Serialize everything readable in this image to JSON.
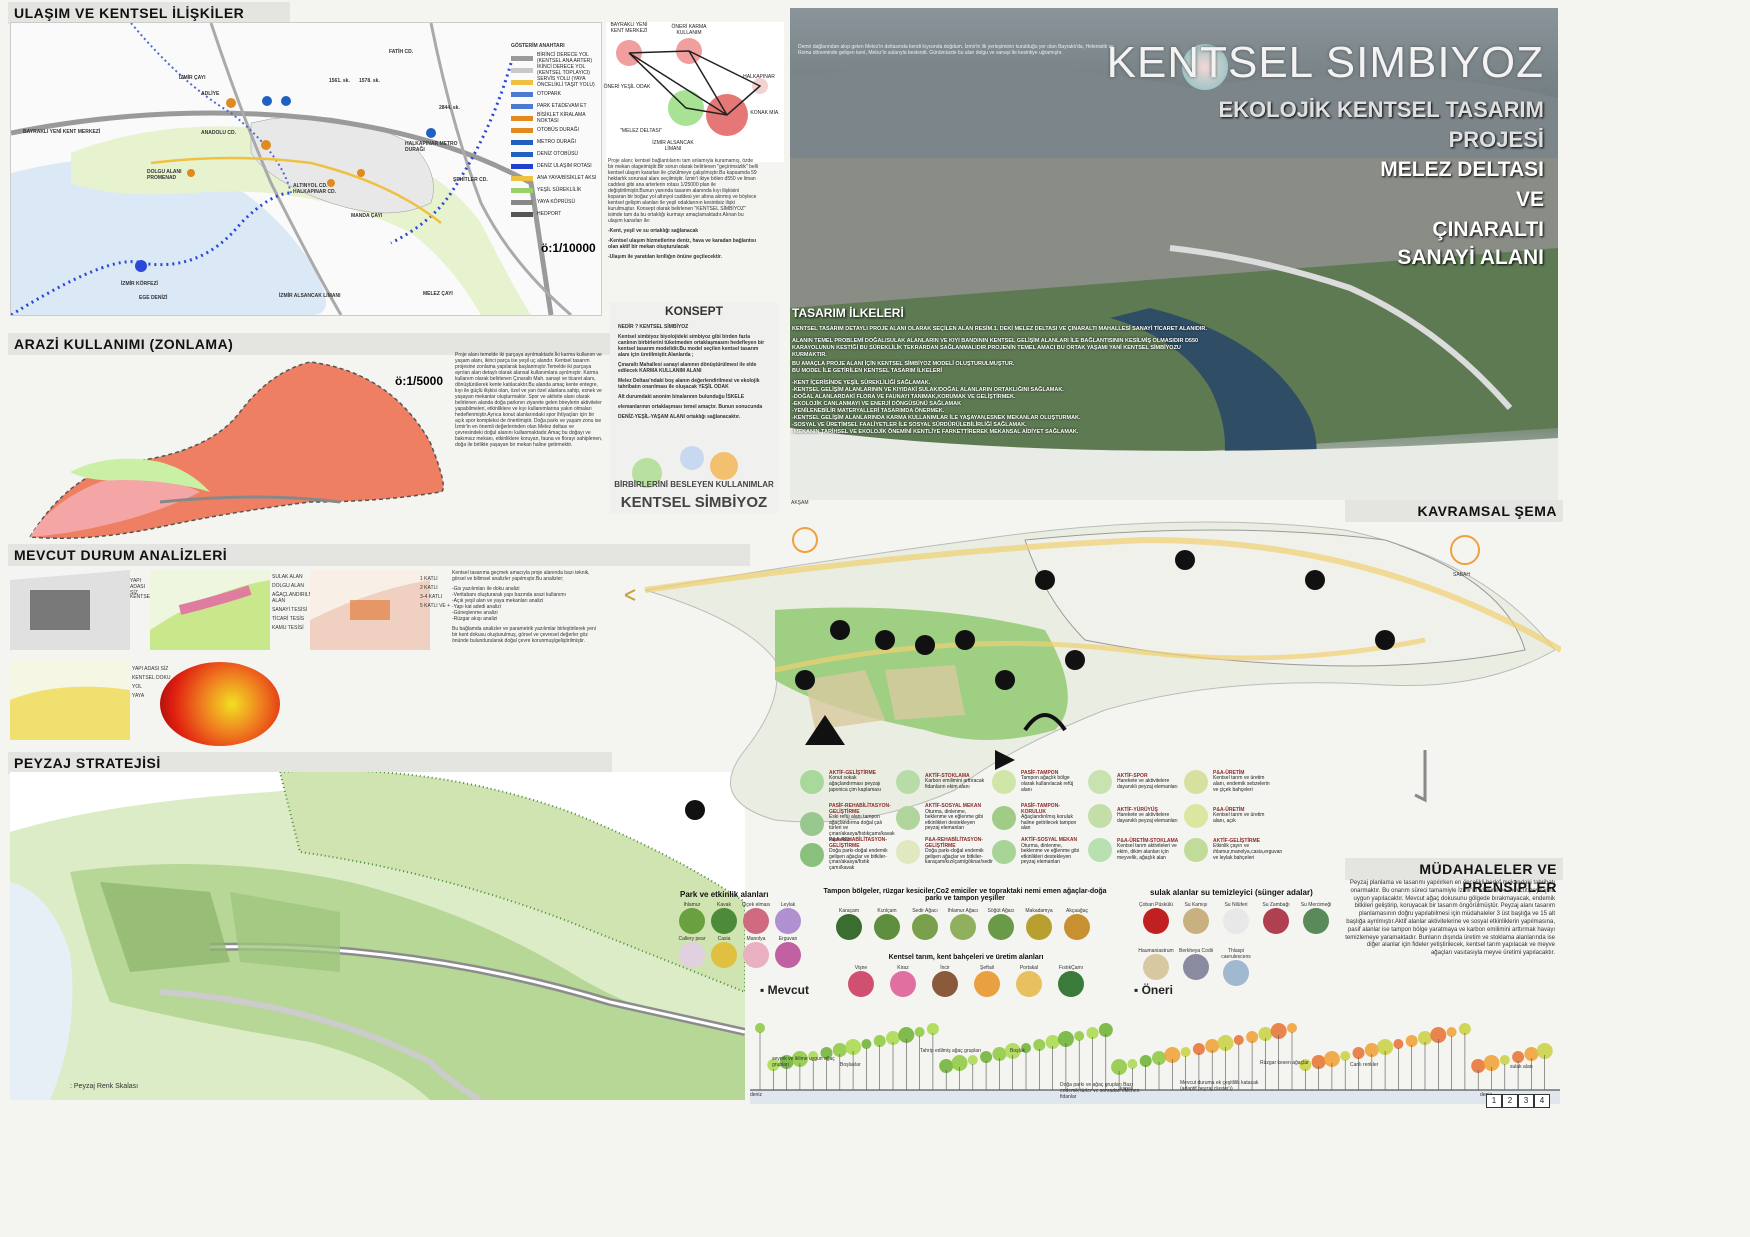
{
  "sections": {
    "transport": "ULAŞIM VE KENTSEL İLİŞKİLER",
    "landuse": "ARAZİ KULLANIMI (ZONLAMA)",
    "analysis": "MEVCUT DURUM ANALİZLERİ",
    "landscape": "PEYZAJ STRATEJİSİ",
    "concept_scheme": "KAVRAMSAL ŞEMA",
    "interventions": "MÜDAHALELER VE PRENSİPLER"
  },
  "hero": {
    "title": "KENTSEL SIMBIYOZ",
    "subtitle1": "EKOLOJİK KENTSEL TASARIM",
    "subtitle2": "PROJESİ",
    "place1": "MELEZ DELTASI",
    "place2": "VE",
    "place3": "ÇINARALTI",
    "place4": "SANAYİ ALANI",
    "principles_title": "TASARIM İLKELERİ"
  },
  "map1": {
    "labels": [
      "FATİH CD.",
      "ADLİYE",
      "İZMİR ÇAYI",
      "1561. sk.",
      "1578. sk.",
      "BAYRAKLI YENİ KENT MERKEZİ",
      "ANADOLU CD.",
      "2844. sk.",
      "HALKAPINAR METRO DURAĞI",
      "DOLGU ALANI PROMENAD",
      "ALTINYOL CD. HALKAPINAR CD.",
      "MANDA ÇAYI",
      "ŞEHİTLER CD.",
      "İZMİR ALSANCAK LİMANI",
      "MELEZ ÇAYI",
      "İZMİR KÖRFEZİ",
      "EGE DENİZİ"
    ],
    "legend_title": "GÖSTERİM ANAHTARI",
    "legend": [
      {
        "label": "BİRİNCİ DERECE YOL (KENTSEL ANA ARTER)",
        "color": "#9a9a9a"
      },
      {
        "label": "İKİNCİ DERECE YOL (KENTSEL TOPLAYICI)",
        "color": "#c8c8c8"
      },
      {
        "label": "SERVİS YOLU (YAYA ÖNCELİKLİ TAŞIT YOLU)",
        "color": "#f0c040"
      },
      {
        "label": "OTOPARK",
        "color": "#4a7bd0"
      },
      {
        "label": "PARK ET&DEVAM ET",
        "color": "#4a7bd0"
      },
      {
        "label": "BİSİKLET KİRALAMA NOKTASI",
        "color": "#e08a20"
      },
      {
        "label": "OTOBÜS DURAĞI",
        "color": "#e08a20"
      },
      {
        "label": "METRO DURAĞI",
        "color": "#2060c0"
      },
      {
        "label": "DENİZ OTOBÜSÜ",
        "color": "#2060c0"
      },
      {
        "label": "DENİZ ULAŞIM ROTASI",
        "color": "#2040d0"
      },
      {
        "label": "ANA YAYA/BİSİKLET AKSI",
        "color": "#f0c040"
      },
      {
        "label": "YEŞİL SÜREKLİLİK",
        "color": "#9ad06a"
      },
      {
        "label": "YAYA KÖPRÜSÜ",
        "color": "#888888"
      },
      {
        "label": "HEDPORT",
        "color": "#555555"
      }
    ],
    "scale": "ö:1/10000"
  },
  "concept_diagram": {
    "nodes": [
      "BAYRAKLI YENİ KENT MERKEZİ",
      "ÖNERİ KARMA KULLANIM",
      "HALKAPINAR",
      "ÖNERİ YEŞİL ODAK",
      "\"MELEZ DELTASI\"",
      "KONAK MİA.",
      "İZMİR ALSANCAK LİMANI"
    ]
  },
  "text_transport": "Proje alanı; kentsel bağlantılarını tam anlamıyla kuramamış, özde bir mekan olageimiştir.Bir sorun olarak belirlenen \"geçirimsizlik\" belli kentsel ulaşım kararları ile çözülmeye çalışılmıştır.Bu kapsamda 59 hektarlık sorunsal alanı seçilmiştir. İzmir'i ikiye bölen d550 ve liman caddesi gibi ana arterlerin rotası 1/25000 plan ile değiştirilmiştir.Bunun yanında tasarım alanında kıyı ilişkisini koparan bir boğaz yol altınyol caddesi yer altına alınmış ve böylece kentsel gelişim alanları ile yeşil odaklarının kesintisiz ilişki kurulmuştur. Konsept olarak belirlenen \"KENTSEL SİMBİYOZ\" isimde tam da bu ortaklığı kurmayı amaçlamaktadır.Alınan bu ulaşım kararları ile:",
  "text_transport_list": [
    "-Kent, yeşil ve su ortaklığı sağlanacak",
    "-Kentsel ulaşım hizmetlerine deniz, hava ve karadan bağlantısı olan aktif bir mekan oluşturulacak",
    "-Ulaşım ile yaratılan kırıllığın önüne geçilecektir."
  ],
  "konsept": {
    "title": "KONSEPT",
    "q": "NEDİR ? KENTSEL SİMBİYOZ",
    "p1": "Kentsel simbiyoz biyolojideki simbiyoz gibi birden fazla canlının birbirlerini tüketmeden ortaklaşmasını hedefleyen bir kentsel tasarım modelidir.Bu model seçilen kentsel tasarım alanı için üretilmiştir.Alanlarda ;",
    "p2": "Çınaraltı Mahallesi sanayi alanının dönüştürülmesi ile elde edilecek KARMA KULLANIM ALANI",
    "p3": "Melez Deltası'ndaki boş alanın değerlendirilmesi ve ekolojik tahribatın onarılması ile oluşacak YEŞİL ODAK",
    "p4": "Alt durumdaki anonim binalarının bulunduğu İSKELE",
    "p5": "elemanlarının ortaklaşması temel amaçtır. Bunun sonucunda",
    "p6": "DENİZ-YEŞİL-YAŞAM ALANI ortaklığı sağlanacaktır.",
    "footer1": "BİRBİRLERİNİ BESLEYEN KULLANIMLAR",
    "footer2": "KENTSEL SİMBİYOZ"
  },
  "landuse": {
    "scale": "ö:1/5000",
    "text": "Proje alanı temelde iki parçaya ayrılmaktadır.İki karma kullanım ve yaşam alanı, ikinci parça ise yeşil uç alandır. Kentsel tasarım projesine zonlama yapılarak başlanmıştır.Temelde iki parçaya ayrılan alan detaylı olarak alansal kullanımlara ayrılmıştır. Karma kullanım olarak belirlenen Çınaraltı Mah. sanayi ve ticaret alanı, dönüştürülerek kente katılacaktır.Bu alanda amaç kente entegre, kıyı ile güçlü ilişkisi olan, özel ve yan özel alanlara sahip, esnek ve yaşayan mekanlar oluşturmaktır. Spor ve aktivite alanı olarak belirlenen alanda doğa parkının ziyarete gelen bireylerin aktiviteler yapabilmeleri, etkinliklere ve kıyı kullanımlarına yakın olmaları hedeflenmiştir.Ayrıca konut alanlarındaki spor ihtiyaçları için bir açık spor kompleksi de önerilmiştir. Doğa parkı ve yaşam zonu ise İzmir'in en önemli değerlerinden olan Melez deltası ve çevresindeki doğul alanını kullanmaktadır.Amaç bu doğayı ve bakımsız mekanı, etkinliklere koruyan, fauna ve florayı sahiplenen, doğa ile birlikte yaşayan bir mekan haline getirmektir."
  },
  "analysis": {
    "legend_a": [
      "YAPI ADASI SİZ",
      "KENTSEL"
    ],
    "legend_b": [
      "SULAK ALAN",
      "DOLGU ALAN",
      "AĞAÇLANDIRILMIŞ ALAN",
      "SANAYİ TESİSİ",
      "TİCARİ TESİS",
      "KAMU TESİSİ"
    ],
    "legend_c": [
      "1 KATLI",
      "2 KATLI",
      "3-4 KATLI",
      "5 KATLI VE +"
    ],
    "legend_d": [
      "YAPI ADASI SİZ",
      "KENTSEL DOKU",
      "YOL",
      "YAYA"
    ],
    "text": "Kentsel tasarıma geçmek amacıyla proje alanında bazı teknik, görsel ve bilimsel analizler yapılmıştır.Bu analizler;",
    "list": [
      "-Gis yazılımları ile doku analizi",
      "-Veritabanı oluşturarak yapı bazında arazi kullanımı",
      "-Açık yeşil alan ve yaya mekanları analizi",
      "-Yapı kat adedi analizi",
      "-Güneşlenme analizi",
      "-Rüzgar akışı analizi"
    ],
    "text2": "Bu bağlamda analizler ve parametrik yazılımlar birleştirilerek yeni bir kent dokusu oluşturulmuş, görsel ve çevresel değerler göz önünde bulundurularak doğal çevre korunmuş/geliştirilmiştir."
  },
  "landscape": {
    "scale_label": ": Peyzaj Renk Skalası"
  },
  "principles": {
    "intro": "KENTSEL TASARIM DETAYLI PROJE ALANI OLARAK SEÇİLEN ALAN RESİM.1. DEKİ MELEZ DELTASI VE ÇINARALTI MAHALLESİ SANAYİ TİCARET ALANIDIR.",
    "p1": "ALANIN TEMEL PROBLEMİ DOĞAL/SULAK ALANLARIN VE KIYI BANDININ KENTSEL GELİŞİM ALANLARI İLE BAĞLANTISININ KESİLMİŞ OLMASIDIR D550 KARAYOLUNUN KESTİĞİ BU SÜREKLİLİK TEKRARDAN SAĞLANMALIDIR.PROJENİN TEMEL AMACI BU ORTAK YAŞAMI YANİ KENTSEL SİMBİYOZU KURMAKTIR.",
    "p2": "BU AMAÇLA PROJE ALANI İÇİN KENTSEL SİMBİYOZ MODELİ OLUŞTURULMUŞTUR.",
    "p3": "BU MODEL İLE GETİRİLEN KENTSEL TASARIM İLKELERİ",
    "list": [
      "-KENT İÇERİSİNDE YEŞİL SÜREKLİLİĞİ SAĞLAMAK.",
      "-KENTSEL GELİŞİM ALANLARININ VE KIYIDAKİ SULAK/DOĞAL ALANLARIN ORTAKLIĞINI SAĞLAMAK.",
      "-DOĞAL ALANLARDAKİ FLORA VE FAUNAYI TANIMAK,KORUMAK VE GELİŞTİRMEK.",
      "-EKOLOJİK CANLANMAYI VE ENERJİ DÖNGÜSÜNÜ SAĞLAMAK",
      "-YENİLENEBİLİR MATERYALLERİ TASARIMDA ÖNERMEK.",
      "-KENTSEL GELİŞİM ALANLARINDA KARMA KULLANIMLAR İLE YAŞAYAN,ESNEK MEKANLAR OLUŞTURMAK.",
      "-SOSYAL VE ÜRETİMSEL FAALİYETLER İLE SOSYAL SÜRDÜRÜLEBİLİRLİĞİ SAĞLAMAK.",
      "-MEKANIN TARİHSEL VE EKOLOJİK ÖNEMİNİ KENTLİYE FARKETTİREREK MEKANSAL AİDİYET SAĞLAMAK."
    ]
  },
  "hero_text": "Demir dağlarından akıp gelen Melez'in deltasında kendi kıyısında doğdum. İzmir'in ilk yerleşiminin kurulduğu yer olan Bayraklı'da, Helenistik ve Roma döneminde gelişen kent, Melez'in sularıyla beslendi. Günümüzde bu alan dolgu ve sanayi ile kesintiye uğramıştır.",
  "scheme": {
    "sun_left": "AKŞAM",
    "sun_right": "SABAH"
  },
  "strategies": [
    {
      "title": "AKTİF-GELİŞTİRME",
      "text": "Konut sokak ağaçlandırması peyzajı japonica çim kaplaması",
      "color": "#a8d89a"
    },
    {
      "title": "AKTİF-STOKLAMA",
      "text": "Karbon emilimini arttıracak fidanların ekim alanı",
      "color": "#b8dca8"
    },
    {
      "title": "PASİF-TAMPON",
      "text": "Tampon ağaçlık bölge olarak kullanılacak refüj alanı",
      "color": "#cfe6a8"
    },
    {
      "title": "AKTİF-SPOR",
      "text": "Harekete ve aktivitelere dayanıklı peyzaj elemanları",
      "color": "#c8e2b0"
    },
    {
      "title": "P&A-ÜRETİM",
      "text": "Kentsel tarım ve üretim alanı, endemik sebzelerin ve çiçek bahçeleri",
      "color": "#d8e0a0"
    },
    {
      "title": "PASİF-REHABİLİTASYON-GELİŞTİRME",
      "text": "Eski refüj alanı tampon ağaçlandırma doğal çalı türleri ve çınar/akasya/fıstıkçamı/kavak kaplaması",
      "color": "#98c890"
    },
    {
      "title": "AKTİF-SOSYAL MEKAN",
      "text": "Oturma, dinlenme, beklenme ve eğlenme gibi etkinlikleri destekleyen peyzaj elemanları",
      "color": "#b0d49c"
    },
    {
      "title": "PASİF-TAMPON-KORULUK",
      "text": "Ağaçlandırılmış koruluk haline getirilecek tampon alan",
      "color": "#a0cc88"
    },
    {
      "title": "AKTİF-YÜRÜYÜŞ",
      "text": "Harekete ve aktivitelere dayanıklı peyzaj elemanları",
      "color": "#c4dea8"
    },
    {
      "title": "P&A-ÜRETİM",
      "text": "Kentsel tarım ve üretim alanı, açık",
      "color": "#dce6a0"
    },
    {
      "title": "P&A-REHABİLİTASYON-GELİŞTİRME",
      "text": "Doğa parkı-doğal endemik gelişen ağaçlar ve bitkiler-çınar/akasya/fıstık çamı/kavak",
      "color": "#88c07c"
    },
    {
      "title": "P&A-REHABİLİTASYON-GELİŞTİRME",
      "text": "Doğa parkı-doğal endemik gelişen ağaçlar ve bitkiler-karaçam/kızılçam/göknar/sedir",
      "color": "#e0e8c0"
    },
    {
      "title": "AKTİF-SOSYAL MEKAN",
      "text": "Oturma, dinlenme, beklenme ve eğlenme gibi etkinlikleri destekleyen peyzaj elemanları",
      "color": "#a8d498"
    },
    {
      "title": "P&A-ÜRETİM-STOKLAMA",
      "text": "Kentsel tarım aktiviteleri ve ekim, dikim alanları için meyvelik, ağaçlık alan",
      "color": "#b8e0b0"
    },
    {
      "title": "AKTİF-GELİŞTİRME",
      "text": "Etkinlik çayırı ve ıhlamur,manolya,casia,erguvan ve leylak bahçeleri",
      "color": "#c0dc98"
    }
  ],
  "plants": {
    "park_title": "Park ve etkinlik alanları",
    "park": [
      "Ihlamur",
      "Kavak",
      "Çiçek elması",
      "Leylak",
      "Callery pear",
      "Casia",
      "Manolya",
      "Erguvan"
    ],
    "buffer_title": "Tampon bölgeler, rüzgar kesiciler,Co2 emiciler ve topraktaki nemi emen ağaçlar-doğa parkı ve tampon yeşiller",
    "buffer": [
      "Karaçam",
      "Kızılçam",
      "Sedir Ağacı",
      "Ihlamur Ağacı",
      "Söğüt Ağacı",
      "Makadamya",
      "Akçaağaç"
    ],
    "agri_title": "Kentsel tarım, kent bahçeleri ve üretim alanları",
    "agri": [
      "Vişne",
      "Kiraz",
      "İncir",
      "Şeftali",
      "Portakal",
      "FıstıkÇamı"
    ],
    "wet_title": "sulak alanlar su temizleyici (sünger adalar)",
    "wet": [
      "Çoban Püskülü",
      "Su Kamışı",
      "Su Nilüferi",
      "Su Zambağı",
      "Su Mercimeği",
      "Haumaniastrum",
      "Berkheya Codii",
      "Thlaspi caerulescens"
    ],
    "mevcut": "Mevcut",
    "oneri": "Öneri"
  },
  "interventions": {
    "text": "Peyzaj planlama ve tasarımı yapılırken en öncelikli hedef mekandaki tahribatı onarmaktır. Bu onarım süreci tamamiyle İzmir'in iklimine ve mevcut peyzajına uygun yapılacaktır. Mevcut ağaç dokusunu gölgede bırakmayacak, endemik bitkileri geliştirip, koruyacak bir tasarım öngörülmüştür. Peyzaj alanı tasarım planlamasının doğru yapılabilmesi için müdahaleler 3 üst başlığa ve 15 alt başlığa ayrılmıştır.Aktif alanlar aktivitelerine ve sosyal etkinliklerin yapılmasına, pasif alanlar ise tampon bölge yaratmaya ve karbon emilimini arttırmak havayı temizlemeye yaramaktadır. Bunların dışında üretim ve stoklama alanlarında ise diğer alanlar için fideler yetiştirilecek, kentsel tarım yapılacak ve meyve ağaçları vasıtasıyla meyve üretimi yapılacaktır."
  },
  "section_labels": [
    "seyrek ve iklime uygun ağaç grupları",
    "Boşluklar",
    "Tahrip edilmiş ağaç grupları",
    "Boşluk",
    "Doğa parkı ve ağaç grupları Bazı endemik türler ve sonradan eklenen fidanlar",
    "Mevcut duruma ek çeşitlilik katacak (adaptif peyzaj cluster'ı)",
    "Rüzgar kesen ağaçlar",
    "Canlı renkler",
    "deniz",
    "kanal",
    "deniz",
    "sulak alan"
  ],
  "pages": [
    "1",
    "2",
    "3",
    "4"
  ]
}
